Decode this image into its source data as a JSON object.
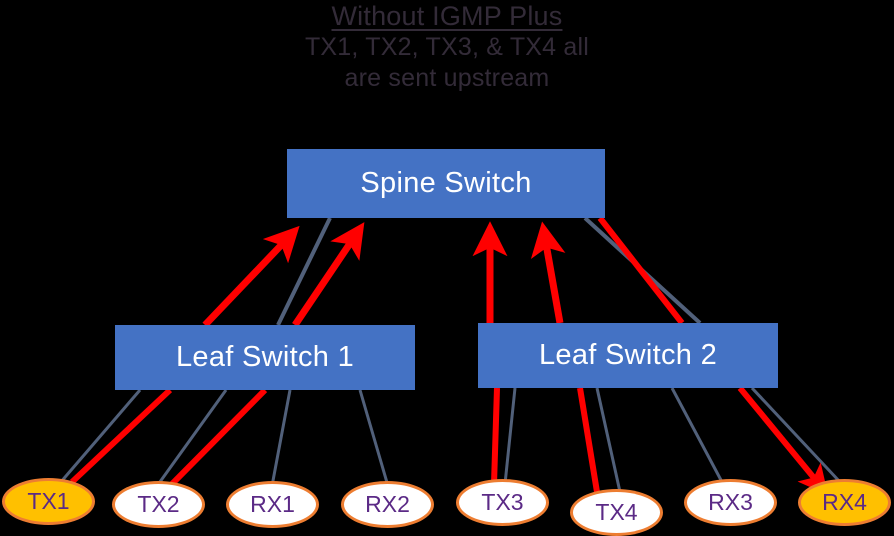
{
  "header": {
    "title": "Without IGMP Plus",
    "subtitle_line1": "TX1, TX2, TX3, & TX4 all",
    "subtitle_line2": "are sent upstream"
  },
  "colors": {
    "background": "#000000",
    "switch_fill": "#4472C4",
    "switch_text": "#FFFFFF",
    "endpoint_border": "#ED7D31",
    "endpoint_fill": "#FFFFFF",
    "endpoint_highlight_fill": "#FFC000",
    "endpoint_text": "#5B2A86",
    "title_text": "#332B38",
    "active_link": "#FF0000",
    "idle_link": "#51607A"
  },
  "switches": {
    "spine": {
      "label": "Spine Switch"
    },
    "leaf1": {
      "label": "Leaf Switch 1"
    },
    "leaf2": {
      "label": "Leaf Switch 2"
    }
  },
  "endpoints": [
    {
      "id": "tx1",
      "label": "TX1",
      "highlighted": true
    },
    {
      "id": "tx2",
      "label": "TX2",
      "highlighted": false
    },
    {
      "id": "rx1",
      "label": "RX1",
      "highlighted": false
    },
    {
      "id": "rx2",
      "label": "RX2",
      "highlighted": false
    },
    {
      "id": "tx3",
      "label": "TX3",
      "highlighted": false
    },
    {
      "id": "tx4",
      "label": "TX4",
      "highlighted": false
    },
    {
      "id": "rx3",
      "label": "RX3",
      "highlighted": false
    },
    {
      "id": "rx4",
      "label": "RX4",
      "highlighted": true
    }
  ]
}
